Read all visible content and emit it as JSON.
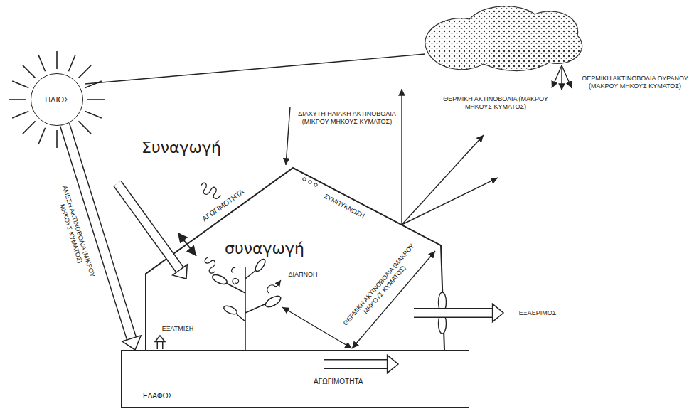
{
  "diagram": {
    "nodes": [
      {
        "text": [
          "ΗΛΙΟΣ"
        ]
      },
      {
        "text": [
          "ΕΔΑΦΟΣ",
          "ΑΓΩΓΙΜΟΤΗΤΑ"
        ]
      }
    ],
    "edges": [
      {
        "from": 0,
        "to": 1,
        "arrow": "to",
        "label": "ΑΜΕΣΗ ΑΚΤΙΝΟΒΟΛΙΑ (ΜΙΚΡΟΥ ΜΗΚΟΥΣ ΚΥΜΑΤΟΣ)"
      }
    ],
    "labels": [
      "ΘΕΡΜΙΚΗ ΑΚΤΙΝΟΒΟΛΙΑ ΟΥΡΑΝΟΥ (ΜΑΚΡΟΥ ΜΗΚΟΥΣ ΚΥΜΑΤΟΣ)",
      "ΔΙΑΧΥΤΗ ΗΛΙΑΚΗ ΑΚΤΙΝΟΒΟΛΙΑ (ΜΙΚΡΟΥ ΜΗΚΟΥΣ ΚΥΜΑΤΟΣ)",
      "ΘΕΡΜΙΚΗ ΑΚΤΙΝΟΒΟΛΙΑ (ΜΑΚΡΟΥ ΜΗΚΟΥΣ ΚΥΜΑΤΟΣ)",
      "Συναγωγή",
      "ΑΓΩΓΙΜΟΤΗΤΑ",
      "ΣΥΜΠΥΚΝΩΣΗ",
      "συναγωγή",
      "ΔΙΑΠΝΟΗ",
      "ΘΕΡΜΙΚΗ ΑΚΤΙΝΟΒΟΛΙΑ (ΜΑΚΡΟΥ ΜΗΚΟΥΣ ΚΥΜΑΤΟΣ)",
      "ΕΞΑΕΡΙΜΟΣ",
      "ΕΞΑΤΜΙΣΗ"
    ]
  }
}
